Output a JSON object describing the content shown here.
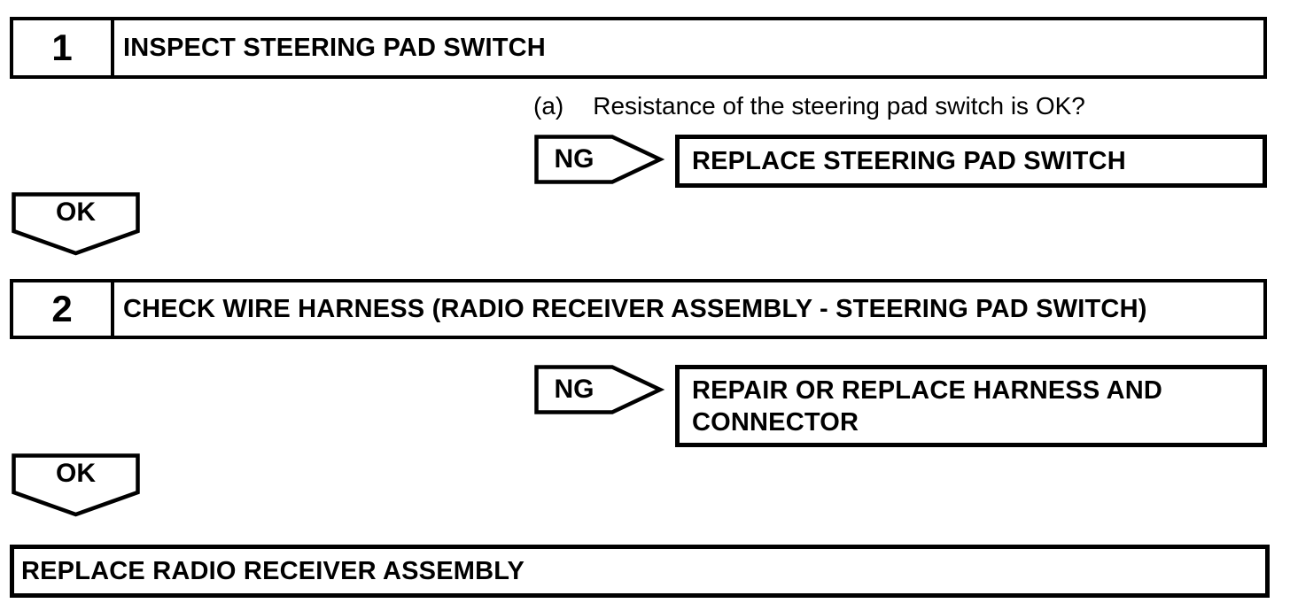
{
  "flowchart": {
    "kind": "troubleshooting-flowchart",
    "steps": [
      {
        "number": "1",
        "title": "INSPECT STEERING PAD SWITCH",
        "question_label": "(a)",
        "question": "Resistance of the steering pad switch is OK?",
        "ng_label": "NG",
        "ng_result": "REPLACE STEERING PAD SWITCH",
        "ok_label": "OK"
      },
      {
        "number": "2",
        "title": "CHECK WIRE HARNESS (RADIO RECEIVER ASSEMBLY - STEERING PAD SWITCH)",
        "ng_label": "NG",
        "ng_result": "REPAIR OR REPLACE HARNESS AND CONNECTOR",
        "ok_label": "OK"
      }
    ],
    "final_action": "REPLACE RADIO RECEIVER ASSEMBLY"
  },
  "colors": {
    "outline": "#000000",
    "background": "#ffffff",
    "text": "#000000"
  }
}
